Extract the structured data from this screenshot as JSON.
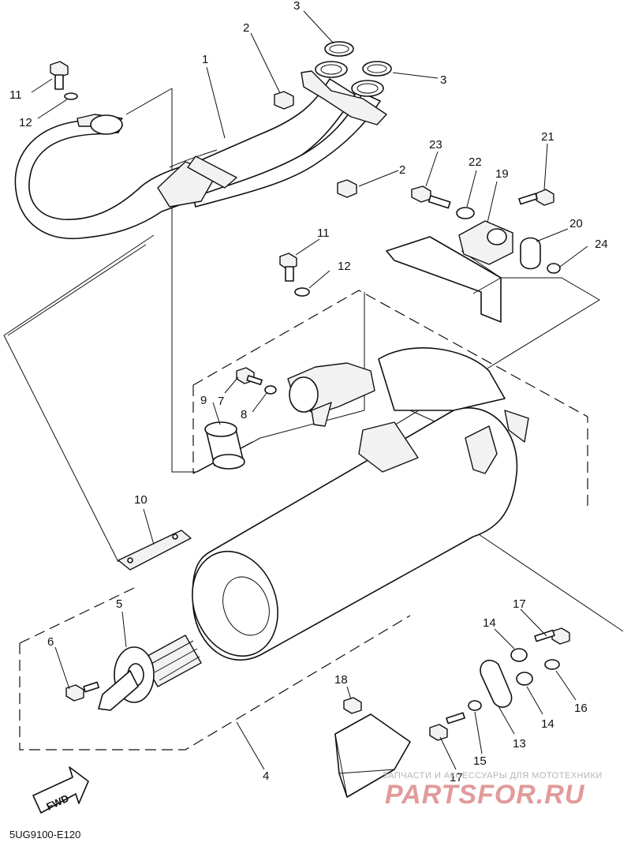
{
  "diagram": {
    "code": "5UG9100-E120",
    "fwd_label": "FWD",
    "watermark_top": "ЗАПЧАСТИ И АКСЕССУАРЫ ДЛЯ МОТОТЕХНИКИ",
    "watermark_main": "PARTSFOR.RU"
  },
  "callouts": [
    {
      "id": "1",
      "text": "1"
    },
    {
      "id": "2a",
      "text": "2"
    },
    {
      "id": "2b",
      "text": "2"
    },
    {
      "id": "3a",
      "text": "3"
    },
    {
      "id": "3b",
      "text": "3"
    },
    {
      "id": "4",
      "text": "4"
    },
    {
      "id": "5",
      "text": "5"
    },
    {
      "id": "6",
      "text": "6"
    },
    {
      "id": "7",
      "text": "7"
    },
    {
      "id": "8",
      "text": "8"
    },
    {
      "id": "9",
      "text": "9"
    },
    {
      "id": "10",
      "text": "10"
    },
    {
      "id": "11a",
      "text": "11"
    },
    {
      "id": "11b",
      "text": "11"
    },
    {
      "id": "12a",
      "text": "12"
    },
    {
      "id": "12b",
      "text": "12"
    },
    {
      "id": "13",
      "text": "13"
    },
    {
      "id": "14a",
      "text": "14"
    },
    {
      "id": "14b",
      "text": "14"
    },
    {
      "id": "15",
      "text": "15"
    },
    {
      "id": "16",
      "text": "16"
    },
    {
      "id": "17a",
      "text": "17"
    },
    {
      "id": "17b",
      "text": "17"
    },
    {
      "id": "18",
      "text": "18"
    },
    {
      "id": "19",
      "text": "19"
    },
    {
      "id": "20",
      "text": "20"
    },
    {
      "id": "21",
      "text": "21"
    },
    {
      "id": "22",
      "text": "22"
    },
    {
      "id": "23",
      "text": "23"
    },
    {
      "id": "24",
      "text": "24"
    }
  ]
}
